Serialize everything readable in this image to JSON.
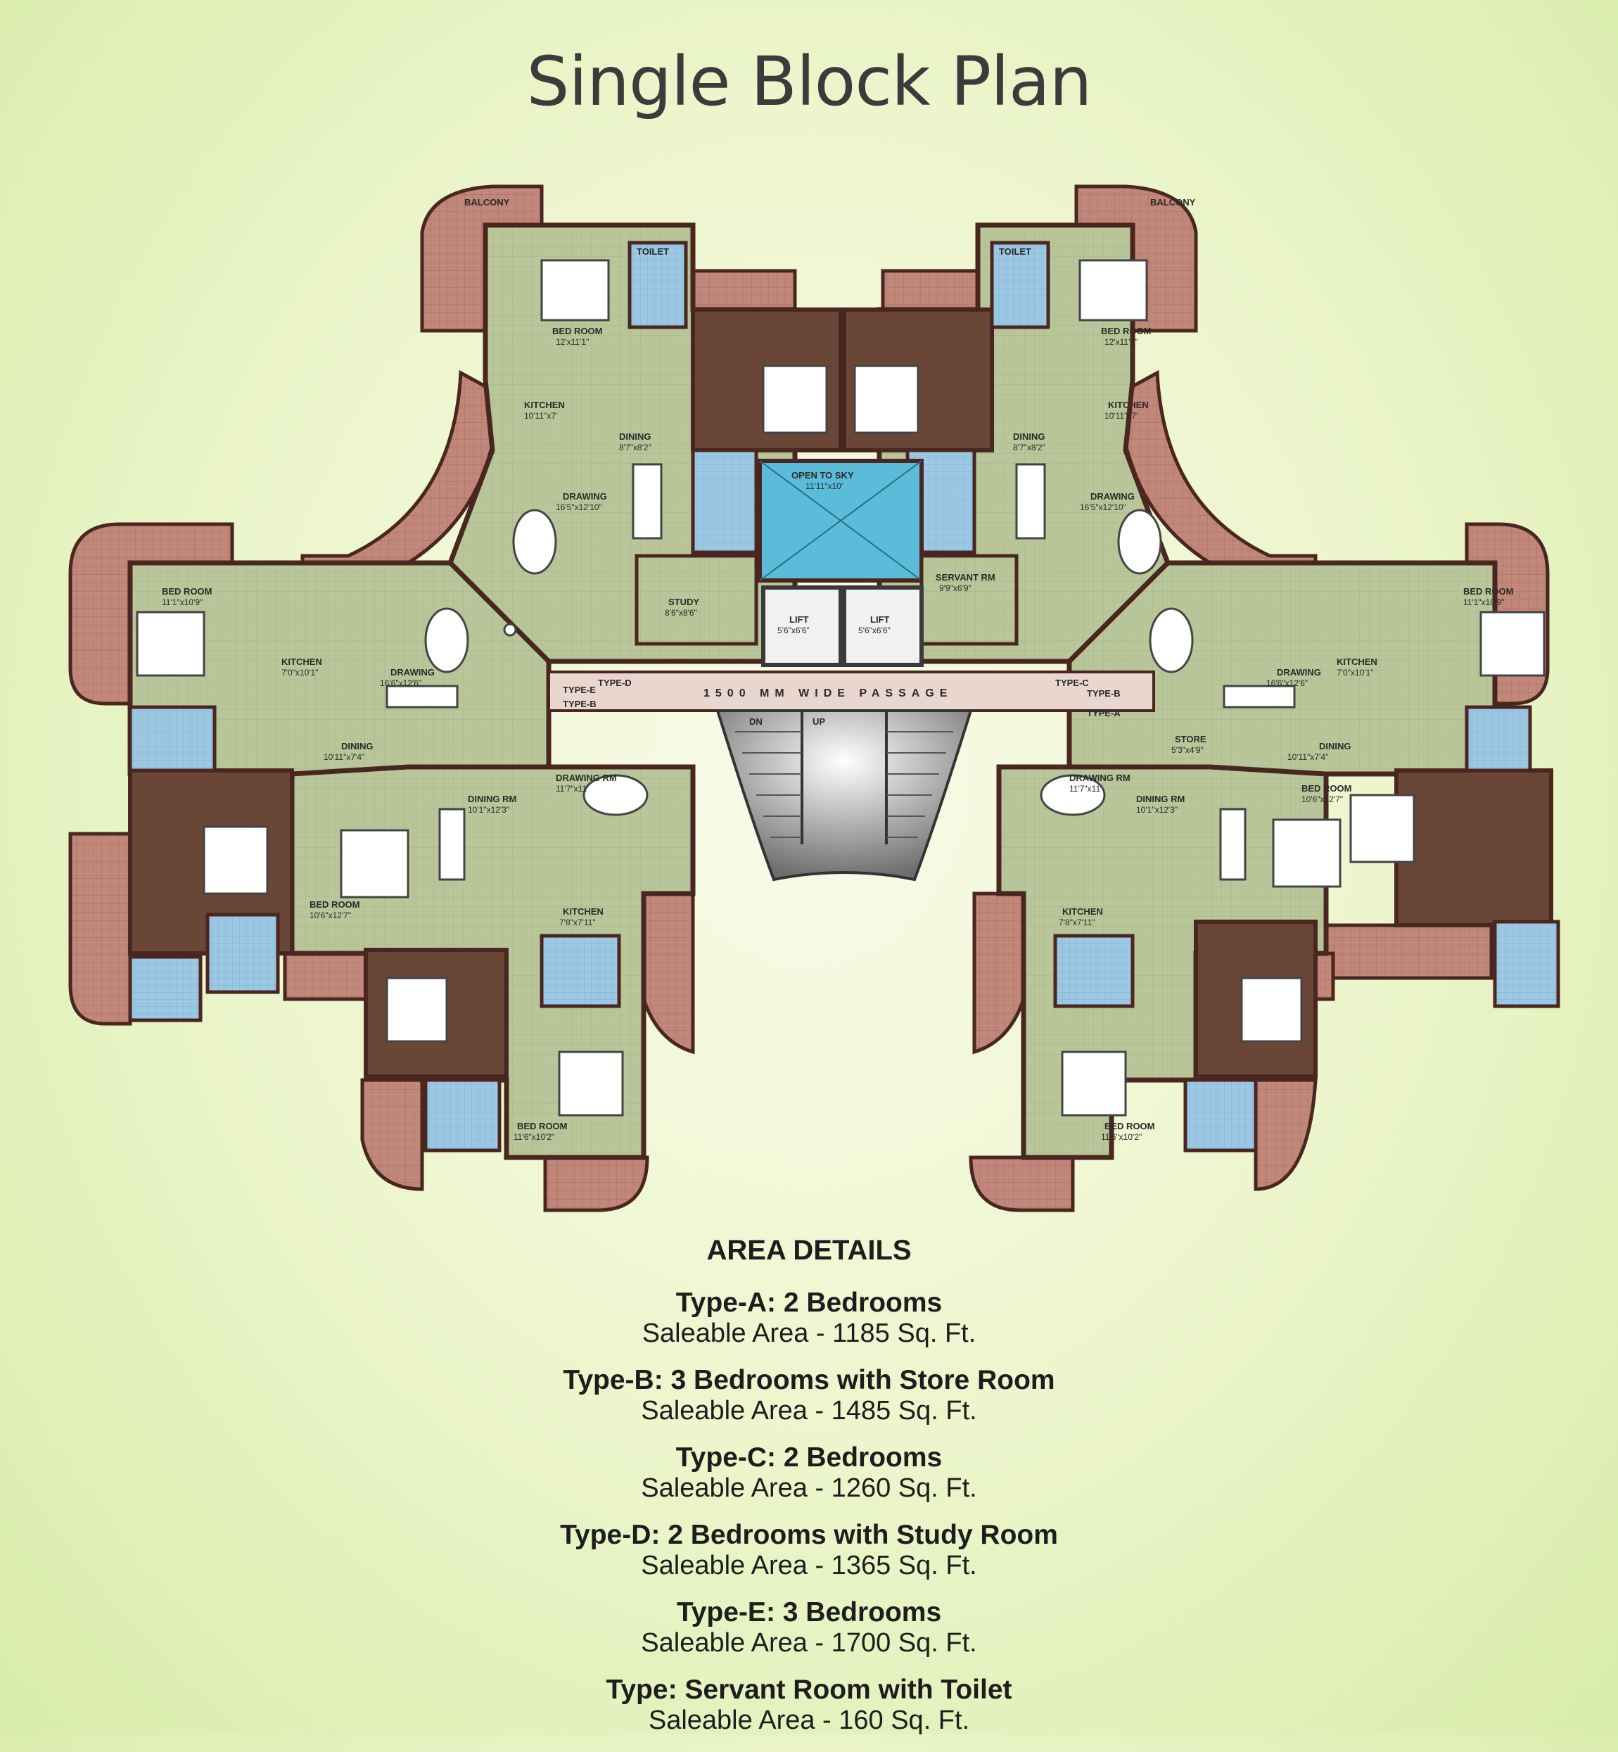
{
  "title": "Single Block Plan",
  "plan": {
    "labels": {
      "balcony": "BALCONY",
      "bed_room": "BED ROOM",
      "toilet": "TOILET",
      "kitchen": "KITCHEN",
      "dining": "DINING",
      "drawing": "DRAWING",
      "dining_rm": "DINING RM",
      "drawing_rm": "DRAWING RM",
      "study": "STUDY",
      "servant_rm": "SERVANT RM",
      "store": "STORE",
      "lift": "LIFT",
      "open_to_sky": "OPEN TO SKY",
      "passage": "1500 MM WIDE PASSAGE",
      "type_a": "TYPE-A",
      "type_b": "TYPE-B",
      "type_c": "TYPE-C",
      "type_d": "TYPE-D",
      "type_e": "TYPE-E",
      "dn": "DN",
      "up": "UP"
    },
    "dims": {
      "bed_top": "12'x11'1\"",
      "kitchen_top": "10'11\"x7'",
      "dining_top": "8'7\"x8'2\"",
      "drawing_top": "16'5\"x12'10\"",
      "bed_left": "11'1\"x10'9\"",
      "kitchen_left": "7'0\"x10'1\"",
      "drawing_left": "16'6\"x12'6\"",
      "dining_left": "10'11\"x7'4\"",
      "dining_rm": "10'1\"x12'3\"",
      "drawing_rm": "11'7\"x11'",
      "kitchen_bottom": "7'8\"x7'11\"",
      "bed_bottom_a": "10'6\"x12'7\"",
      "bed_bottom_b": "11'6\"x10'2\"",
      "open_to_sky": "11'11\"x10'",
      "lift": "5'6\"x6'6\"",
      "study": "8'6\"x8'6\"",
      "servant_rm": "9'9\"x6'9\"",
      "store": "5'3\"x4'9\""
    }
  },
  "area_details": {
    "heading": "AREA DETAILS",
    "units": [
      {
        "type": "Type-A: 2 Bedrooms",
        "area": "Saleable Area - 1185 Sq. Ft."
      },
      {
        "type": "Type-B: 3 Bedrooms with Store Room",
        "area": "Saleable Area - 1485 Sq. Ft."
      },
      {
        "type": "Type-C: 2 Bedrooms",
        "area": "Saleable Area - 1260 Sq. Ft."
      },
      {
        "type": "Type-D: 2 Bedrooms with Study Room",
        "area": "Saleable Area - 1365 Sq. Ft."
      },
      {
        "type": "Type-E: 3 Bedrooms",
        "area": "Saleable Area - 1700 Sq. Ft."
      },
      {
        "type": "Type: Servant Room with Toilet",
        "area": "Saleable Area - 160 Sq. Ft."
      }
    ]
  },
  "colors": {
    "floor": "#b9c69a",
    "balcony": "#c0877a",
    "wood": "#6a4637",
    "toilet": "#9cc8e4",
    "sky": "#5bbcd9",
    "wall": "#4a2620"
  }
}
